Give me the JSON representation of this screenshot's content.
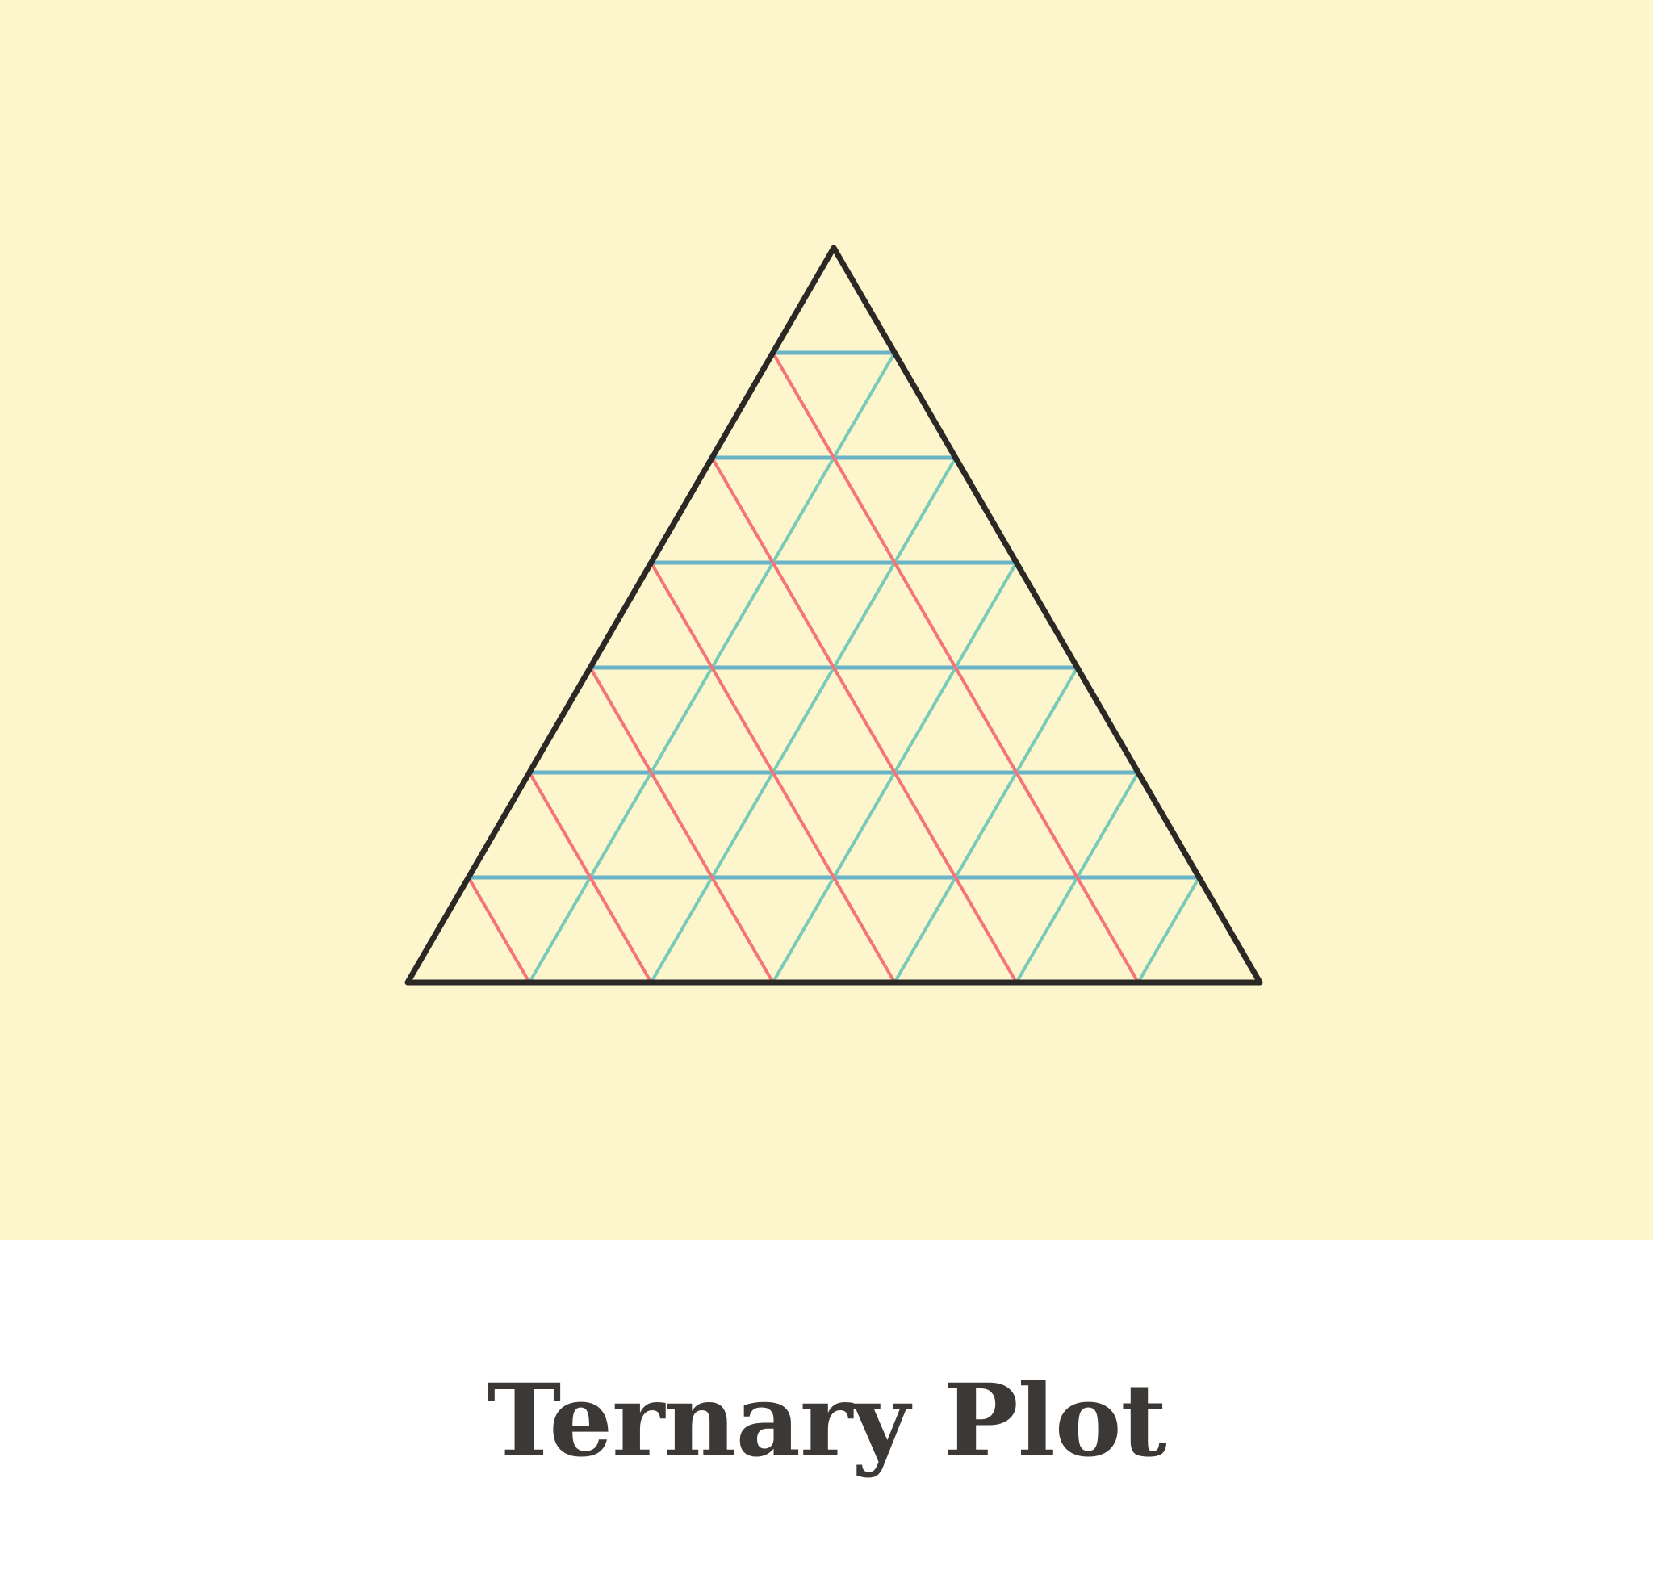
{
  "title": "Ternary Plot",
  "colors": {
    "background": "#fdf5cb",
    "outline": "#2b2926",
    "horizontal_grid": "#6ab4c7",
    "left_grid": "#78cbb8",
    "right_grid": "#f47479",
    "title_text": "#3b3835"
  },
  "grid_divisions": 7,
  "icon": "ternary-plot-triangle"
}
